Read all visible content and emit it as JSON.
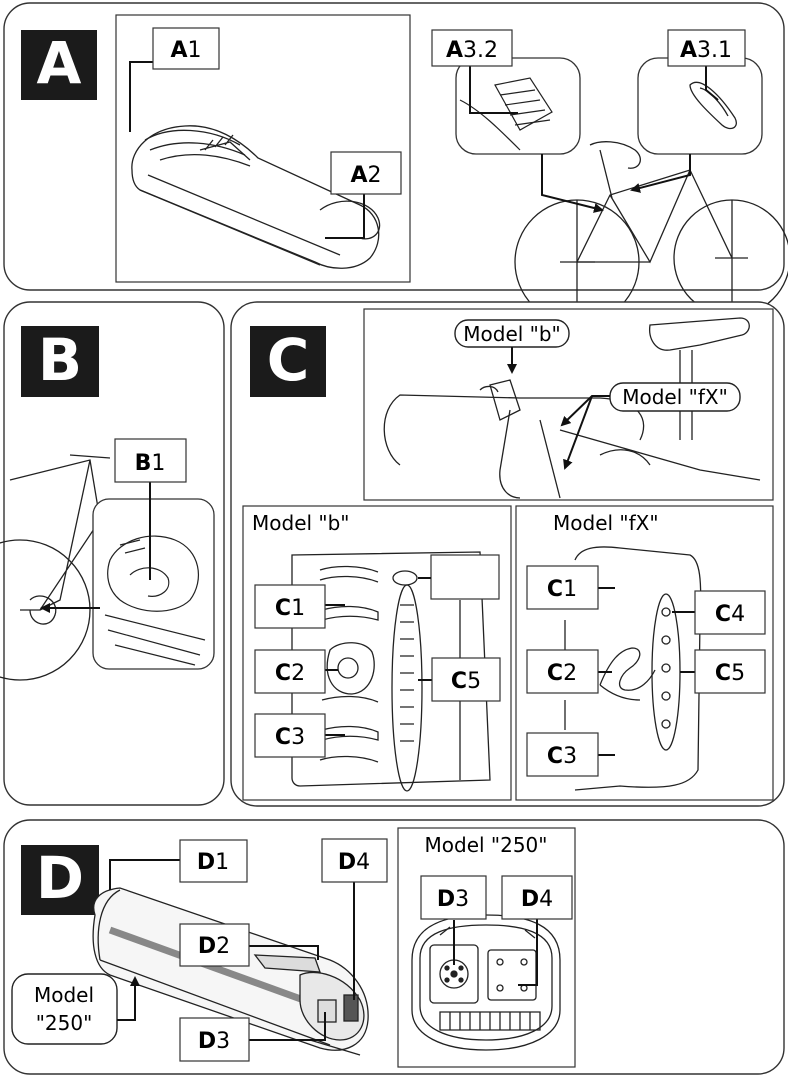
{
  "sections": {
    "a": {
      "letter": "A",
      "labels": {
        "a1": {
          "bold": "A",
          "num": "1"
        },
        "a2": {
          "bold": "A",
          "num": "2"
        },
        "a32": {
          "bold": "A",
          "num": "3.2"
        },
        "a31": {
          "bold": "A",
          "num": "3.1"
        }
      }
    },
    "b": {
      "letter": "B",
      "labels": {
        "b1": {
          "bold": "B",
          "num": "1"
        }
      }
    },
    "c": {
      "letter": "C",
      "model_b_callout": "Model \"b\"",
      "model_fx_callout": "Model \"fX\"",
      "panel_b_title": "Model \"b\"",
      "panel_fx_title": "Model \"fX\"",
      "labels": {
        "b_c1": {
          "bold": "C",
          "num": "1"
        },
        "b_c2": {
          "bold": "C",
          "num": "2"
        },
        "b_c3": {
          "bold": "C",
          "num": "3"
        },
        "b_c5": {
          "bold": "C",
          "num": "5"
        },
        "fx_c1": {
          "bold": "C",
          "num": "1"
        },
        "fx_c2": {
          "bold": "C",
          "num": "2"
        },
        "fx_c3": {
          "bold": "C",
          "num": "3"
        },
        "fx_c4": {
          "bold": "C",
          "num": "4"
        },
        "fx_c5": {
          "bold": "C",
          "num": "5"
        }
      }
    },
    "d": {
      "letter": "D",
      "model_250_line1": "Model",
      "model_250_line2": "\"250\"",
      "inset_title": "Model \"250\"",
      "labels": {
        "d1": {
          "bold": "D",
          "num": "1"
        },
        "d2": {
          "bold": "D",
          "num": "2"
        },
        "d3": {
          "bold": "D",
          "num": "3"
        },
        "d4": {
          "bold": "D",
          "num": "4"
        },
        "inset_d3": {
          "bold": "D",
          "num": "3"
        },
        "inset_d4": {
          "bold": "D",
          "num": "4"
        }
      }
    }
  }
}
